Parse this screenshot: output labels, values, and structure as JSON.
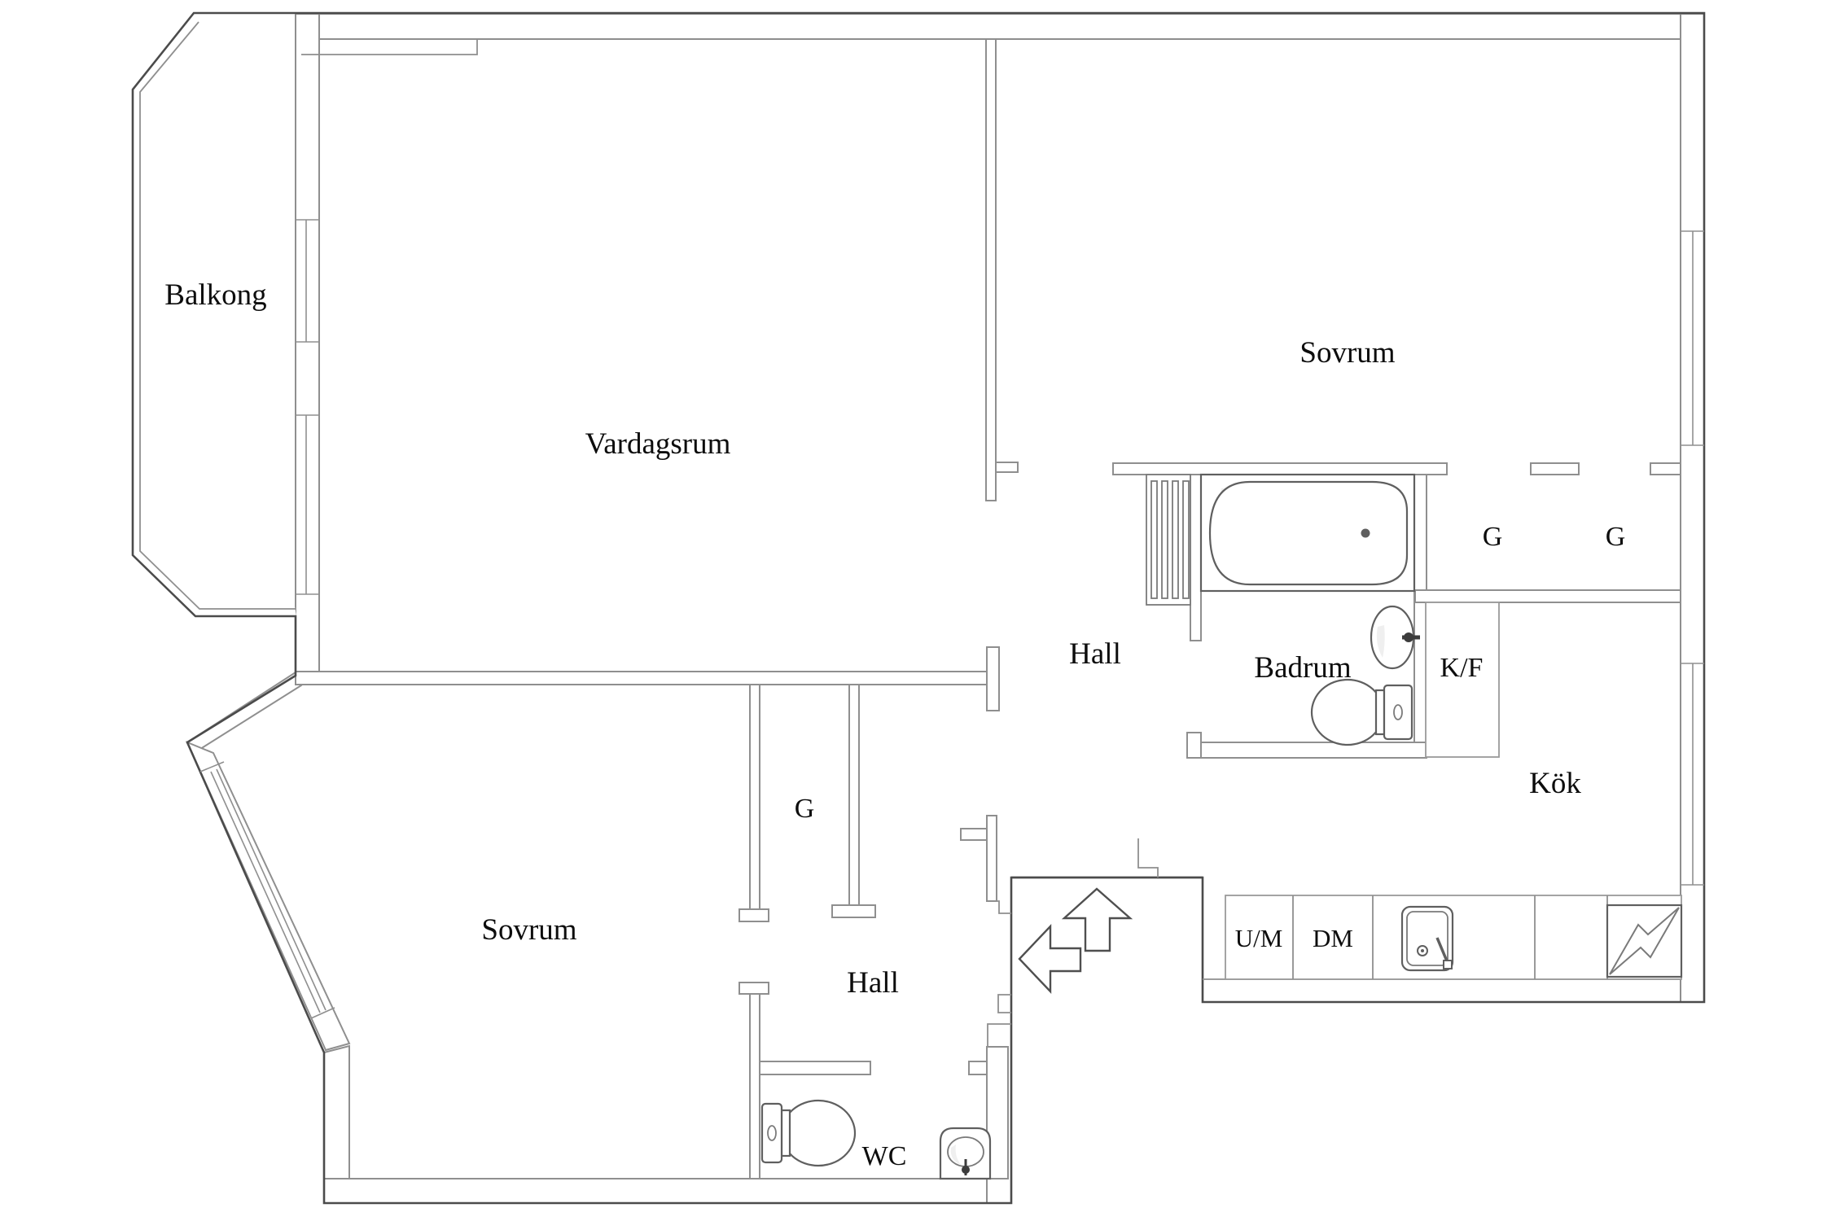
{
  "rooms": {
    "balkong": {
      "label": "Balkong"
    },
    "vardagsrum": {
      "label": "Vardagsrum"
    },
    "sovrum_top": {
      "label": "Sovrum"
    },
    "sovrum_bottom": {
      "label": "Sovrum"
    },
    "hall_upper": {
      "label": "Hall"
    },
    "hall_lower": {
      "label": "Hall"
    },
    "badrum": {
      "label": "Badrum"
    },
    "kok": {
      "label": "Kök"
    },
    "wc": {
      "label": "WC"
    }
  },
  "closets": {
    "kf": {
      "label": "K/F"
    },
    "g_top_left": {
      "label": "G"
    },
    "g_top_right": {
      "label": "G"
    },
    "g_hall": {
      "label": "G"
    }
  },
  "appliances": {
    "um": {
      "label": "U/M"
    },
    "dm": {
      "label": "DM"
    }
  },
  "colors": {
    "background": "#ffffff",
    "wall_line": "#8f8f8f",
    "outline_dark": "#4b4b4b",
    "fixture_line": "#5f5f5f",
    "text": "#0d0d0d",
    "fixture_shade": "#ebebeb"
  }
}
